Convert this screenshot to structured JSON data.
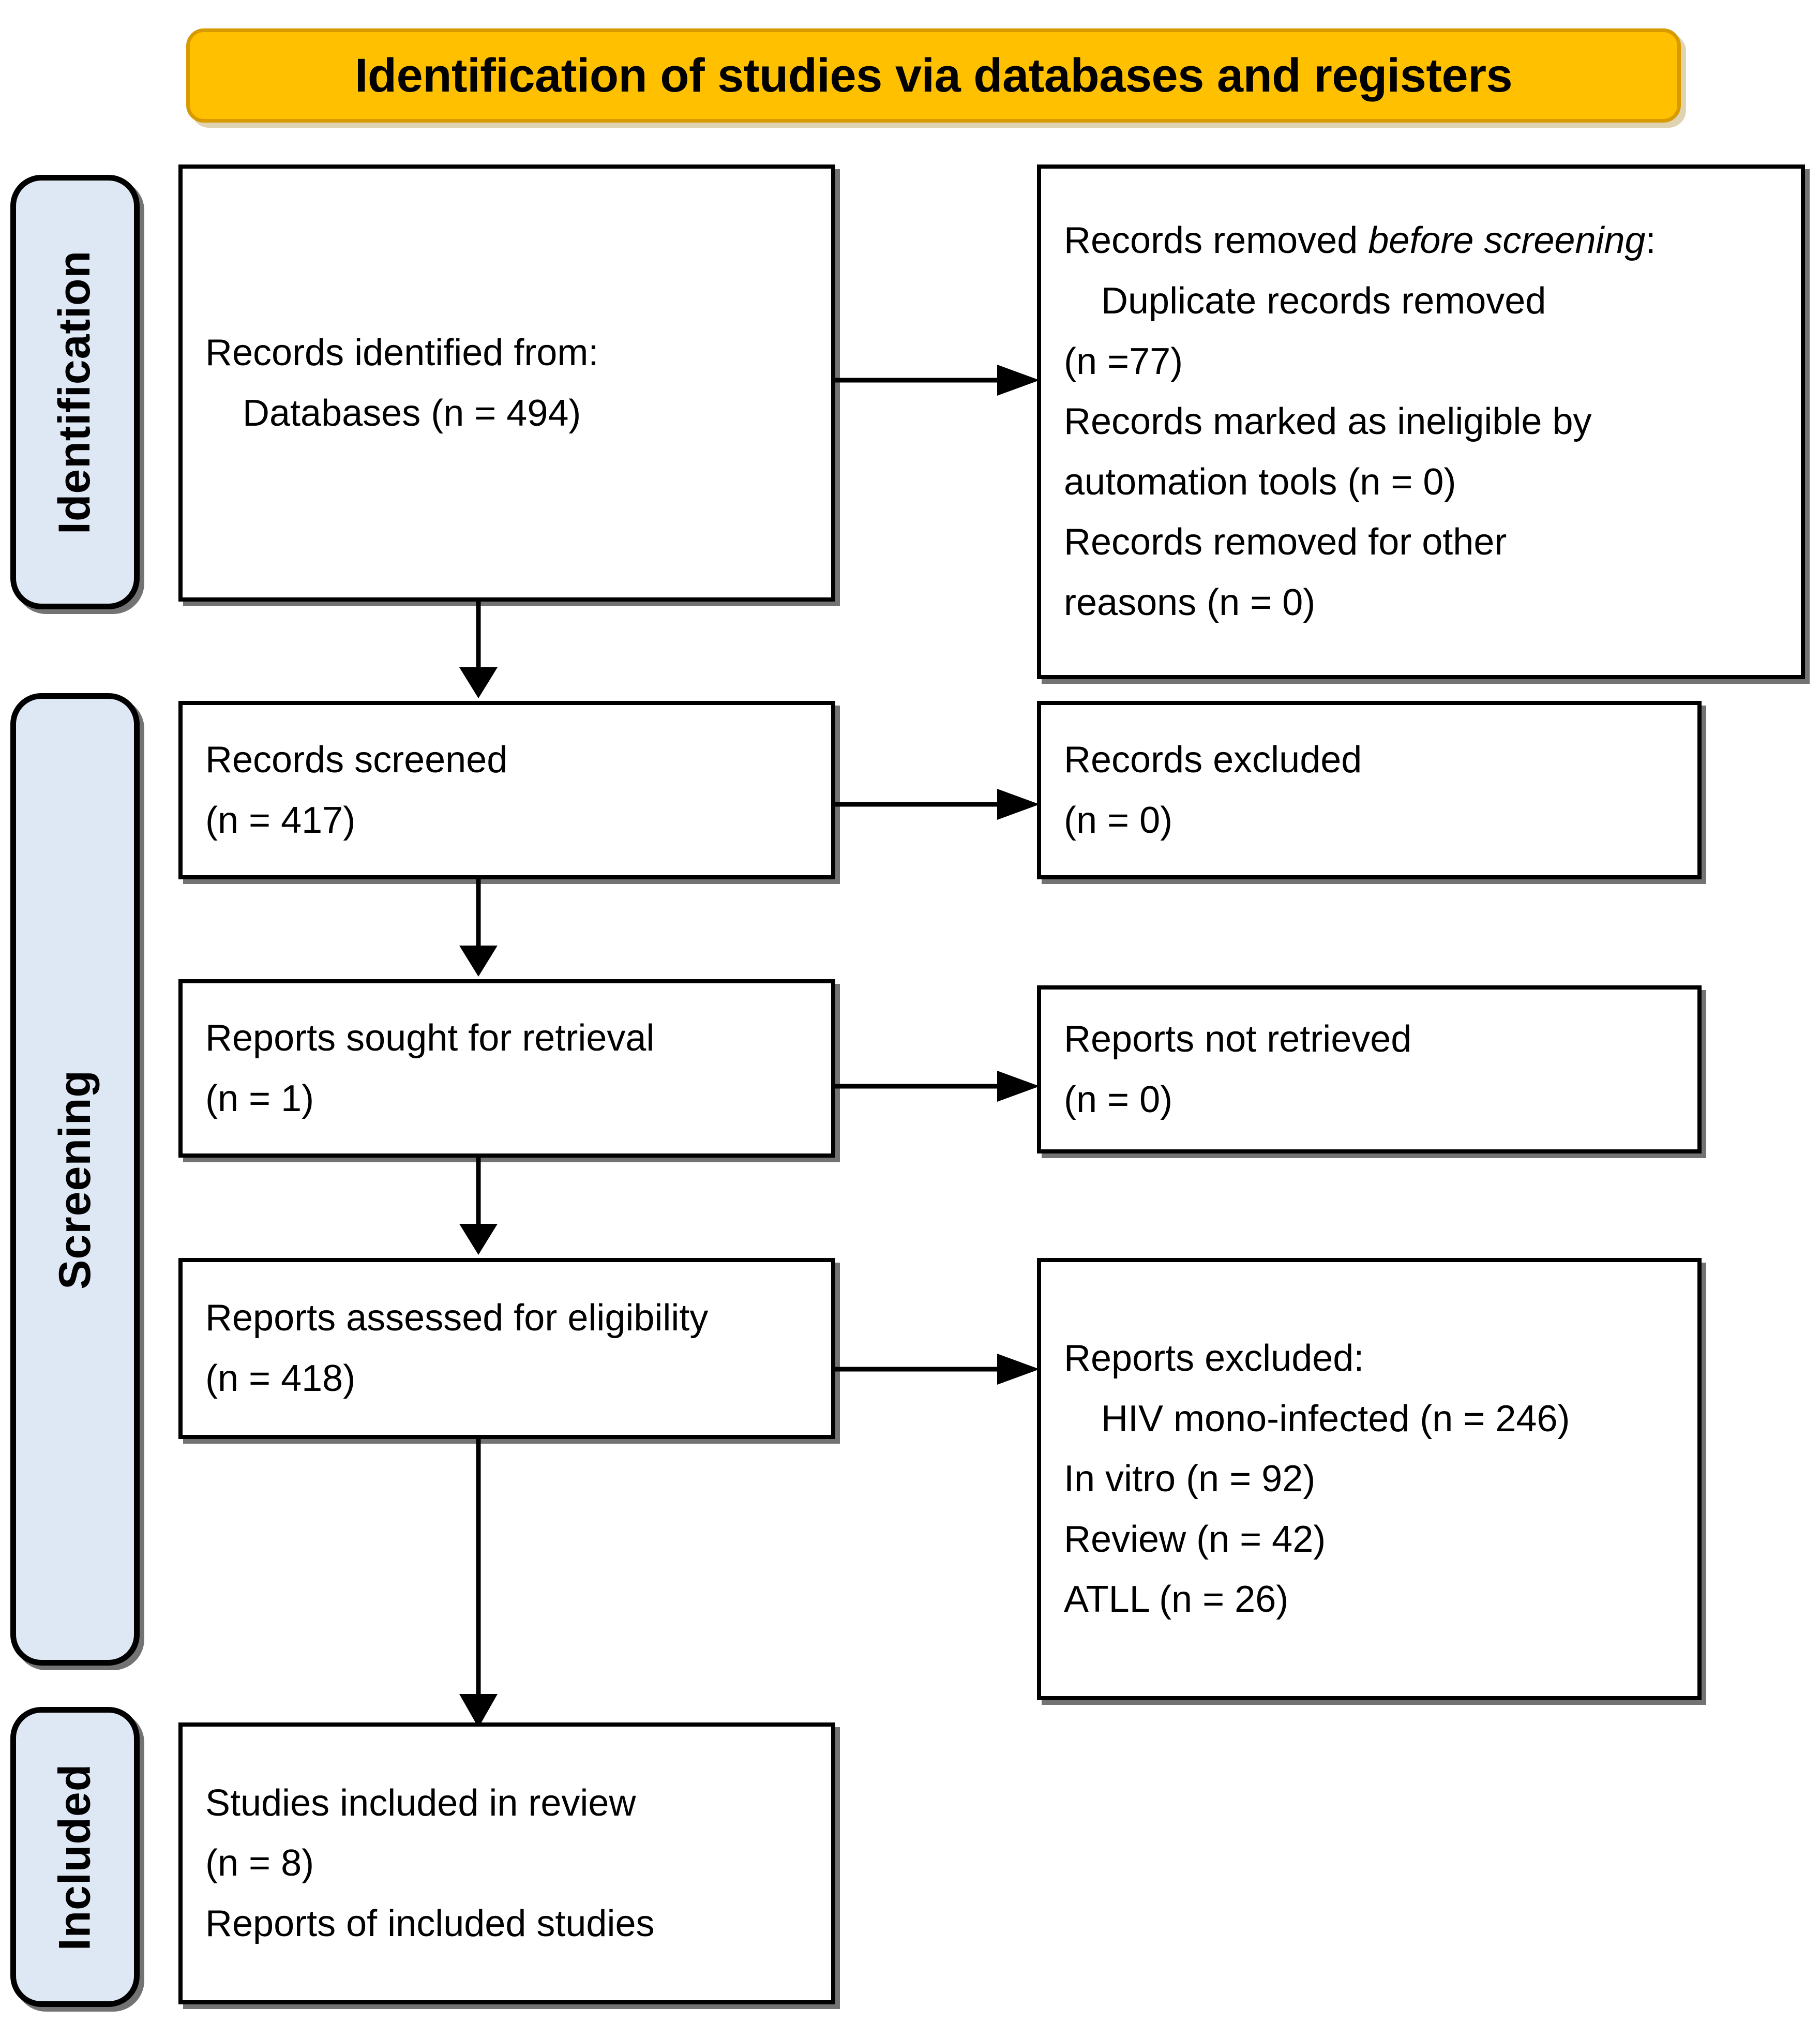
{
  "title": {
    "text": "Identification of studies via databases and registers",
    "fill_color": "#FFC000",
    "border_color": "#D79B00"
  },
  "stages": [
    {
      "id": "identification",
      "label": "Identification"
    },
    {
      "id": "screening",
      "label": "Screening"
    },
    {
      "id": "included",
      "label": "Included"
    }
  ],
  "stage_fill_color": "#DEE8F4",
  "boxes": {
    "records_identified": {
      "lines": [
        "Records identified from:",
        "Databases (n = 494)"
      ]
    },
    "records_removed": {
      "lines": [
        "Records removed before screening:",
        "Duplicate records removed",
        "(n =77)",
        "Records marked as ineligible by",
        "automation tools (n = 0)",
        "Records removed for other",
        "reasons (n = 0)"
      ],
      "heading_prefix": "Records removed ",
      "heading_italic": "before screening",
      "heading_suffix": ":"
    },
    "records_screened": {
      "lines": [
        "Records screened",
        "(n = 417)"
      ]
    },
    "records_excluded": {
      "lines": [
        "Records excluded",
        "(n = 0)"
      ]
    },
    "reports_sought": {
      "lines": [
        "Reports sought for retrieval",
        "(n = 1)"
      ]
    },
    "reports_not_retrieved": {
      "lines": [
        "Reports not retrieved",
        "(n = 0)"
      ]
    },
    "reports_assessed": {
      "lines": [
        "Reports assessed for eligibility",
        "(n = 418)"
      ]
    },
    "reports_excluded": {
      "lines": [
        "Reports excluded:",
        "HIV mono-infected (n = 246)",
        "In vitro (n = 92)",
        "Review (n = 42)",
        "ATLL (n = 26)"
      ]
    },
    "studies_included": {
      "lines": [
        "Studies included in review",
        "(n = 8)",
        "Reports of included studies"
      ]
    }
  },
  "chart_data": {
    "type": "diagram",
    "title": "Identification of studies via databases and registers",
    "diagram_kind": "PRISMA 2020 flow diagram",
    "stages": [
      "Identification",
      "Screening",
      "Included"
    ],
    "nodes": [
      {
        "id": "records_identified",
        "stage": "Identification",
        "column": "left",
        "label": "Records identified from: Databases",
        "n": 494
      },
      {
        "id": "records_removed",
        "stage": "Identification",
        "column": "right",
        "label": "Records removed before screening",
        "items": [
          {
            "label": "Duplicate records removed",
            "n": 77
          },
          {
            "label": "Records marked as ineligible by automation tools",
            "n": 0
          },
          {
            "label": "Records removed for other reasons",
            "n": 0
          }
        ]
      },
      {
        "id": "records_screened",
        "stage": "Screening",
        "column": "left",
        "label": "Records screened",
        "n": 417
      },
      {
        "id": "records_excluded",
        "stage": "Screening",
        "column": "right",
        "label": "Records excluded",
        "n": 0
      },
      {
        "id": "reports_sought",
        "stage": "Screening",
        "column": "left",
        "label": "Reports sought for retrieval",
        "n": 1
      },
      {
        "id": "reports_not_retrieved",
        "stage": "Screening",
        "column": "right",
        "label": "Reports not retrieved",
        "n": 0
      },
      {
        "id": "reports_assessed",
        "stage": "Screening",
        "column": "left",
        "label": "Reports assessed for eligibility",
        "n": 418
      },
      {
        "id": "reports_excluded",
        "stage": "Screening",
        "column": "right",
        "label": "Reports excluded",
        "items": [
          {
            "label": "HIV mono-infected",
            "n": 246
          },
          {
            "label": "In vitro",
            "n": 92
          },
          {
            "label": "Review",
            "n": 42
          },
          {
            "label": "ATLL",
            "n": 26
          }
        ]
      },
      {
        "id": "studies_included",
        "stage": "Included",
        "column": "left",
        "label": "Studies included in review",
        "n": 8,
        "extra": "Reports of included studies"
      }
    ],
    "edges": [
      {
        "from": "records_identified",
        "to": "records_removed",
        "direction": "right"
      },
      {
        "from": "records_identified",
        "to": "records_screened",
        "direction": "down"
      },
      {
        "from": "records_screened",
        "to": "records_excluded",
        "direction": "right"
      },
      {
        "from": "records_screened",
        "to": "reports_sought",
        "direction": "down"
      },
      {
        "from": "reports_sought",
        "to": "reports_not_retrieved",
        "direction": "right"
      },
      {
        "from": "reports_sought",
        "to": "reports_assessed",
        "direction": "down"
      },
      {
        "from": "reports_assessed",
        "to": "reports_excluded",
        "direction": "right"
      },
      {
        "from": "reports_assessed",
        "to": "studies_included",
        "direction": "down"
      }
    ]
  }
}
